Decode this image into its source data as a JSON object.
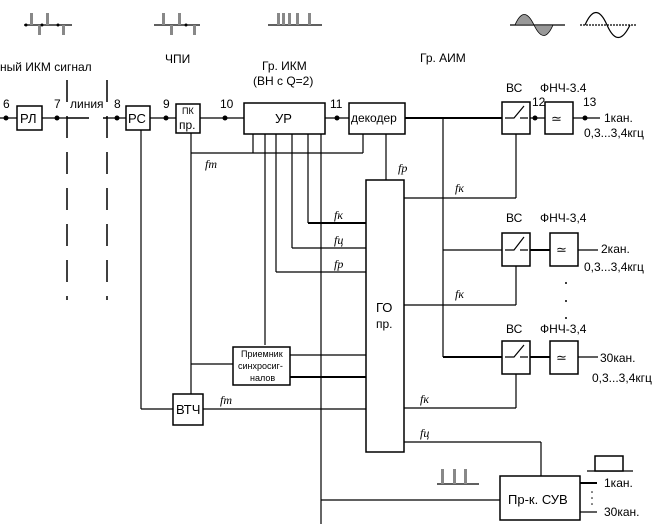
{
  "title_labels": {
    "pcm_signal": "ный ИКМ сигнал",
    "bipolar": "ЧПИ",
    "group_pcm": "Гр. ИКМ",
    "group_pcm_sub": "(ВН с Q=2)",
    "group_pam": "Гр. АИМ",
    "line": "линия"
  },
  "points": [
    "6",
    "7",
    "8",
    "9",
    "10",
    "11",
    "12",
    "13"
  ],
  "blocks": {
    "rl": "РЛ",
    "rs": "РС",
    "pk_line1": "ПК",
    "pk_line2": "пр.",
    "ur": "УР",
    "decoder": "декодер",
    "go_line1": "ГО",
    "go_line2": "пр.",
    "vtch": "ВТЧ",
    "sync_line1": "Приемник",
    "sync_line2": "синхросиг-",
    "sync_line3": "налов",
    "suv": "Пр-к. СУВ"
  },
  "channels": [
    {
      "vs": "ВС",
      "lpf": "ФНЧ-3.4",
      "out": "1кан.",
      "band": "0,3...3,4кгц"
    },
    {
      "vs": "ВС",
      "lpf": "ФНЧ-3,4",
      "out": "2кан.",
      "band": "0,3...3,4кгц"
    },
    {
      "vs": "ВС",
      "lpf": "ФНЧ-3,4",
      "out": "30кан.",
      "band": "0,3...3,4кгц"
    }
  ],
  "frequencies": {
    "ft": "fт",
    "fp": "fр",
    "fk": "fк",
    "fc": "fц"
  },
  "suv_outputs": [
    "1кан.",
    "30кан."
  ],
  "lpf_glyph": "≃"
}
